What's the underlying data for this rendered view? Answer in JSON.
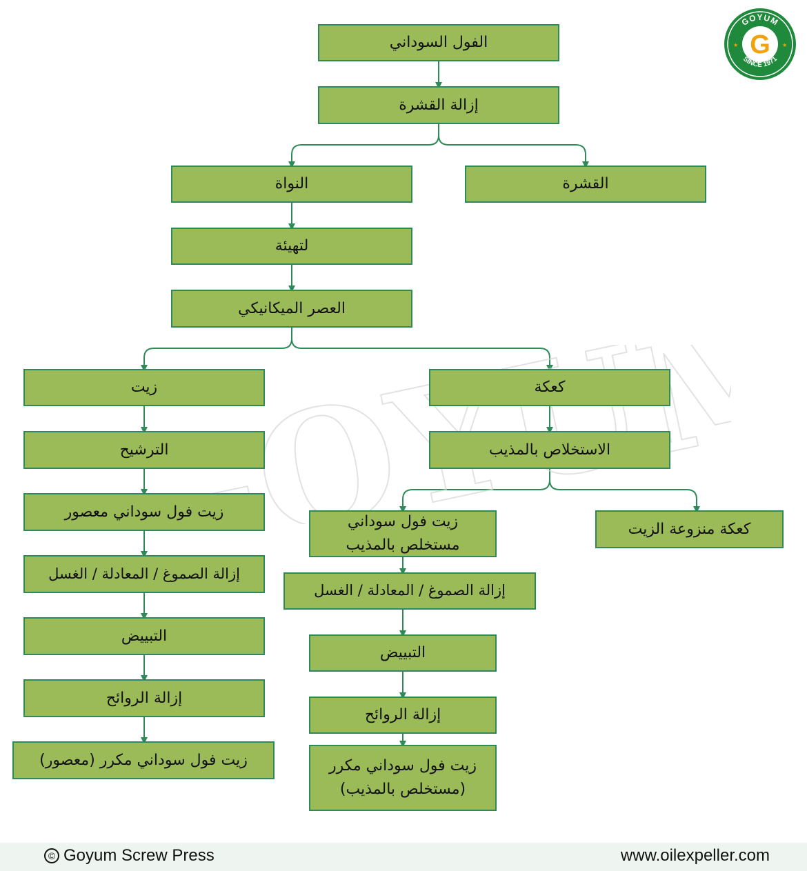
{
  "nodes": {
    "peanut": "الفول السوداني",
    "dehulling": "إزالة القشرة",
    "kernel": "النواة",
    "hull": "القشرة",
    "conditioning": "لتهيئة",
    "pressing": "العصر الميكانيكي",
    "oil": "زيت",
    "cake": "كعكة",
    "filtration": "الترشيح",
    "solvent_extraction": "الاستخلاص بالمذيب",
    "pressed_oil": "زيت فول سوداني معصور",
    "solvent_oil_line1": "زيت فول سوداني",
    "solvent_oil_line2": "مستخلص بالمذيب",
    "deoiled_cake": "كعكة منزوعة الزيت",
    "degum_left": "إزالة الصموغ / المعادلة / الغسل",
    "degum_right": "إزالة الصموغ / المعادلة / الغسل",
    "bleach_left": "التبييض",
    "bleach_right": "التبييض",
    "deodor_left": "إزالة الروائح",
    "deodor_right": "إزالة الروائح",
    "refined_pressed": "زيت فول سوداني مكرر (معصور)",
    "refined_solvent_line1": "زيت فول سوداني مكرر",
    "refined_solvent_line2": "(مستخلص بالمذيب)"
  },
  "logo": {
    "top_text": "GOYUM",
    "letter": "G",
    "bottom_text": "SINCE 1971"
  },
  "watermark": "GOYUM",
  "footer": {
    "left": "Goyum Screw Press",
    "copyright_symbol": "©",
    "right": "www.oilexpeller.com"
  },
  "colors": {
    "box_fill": "#9bbb59",
    "box_border": "#2e8b57",
    "arrow": "#2e8b57",
    "logo_green": "#1f8a3b",
    "logo_orange": "#f2a20c"
  }
}
